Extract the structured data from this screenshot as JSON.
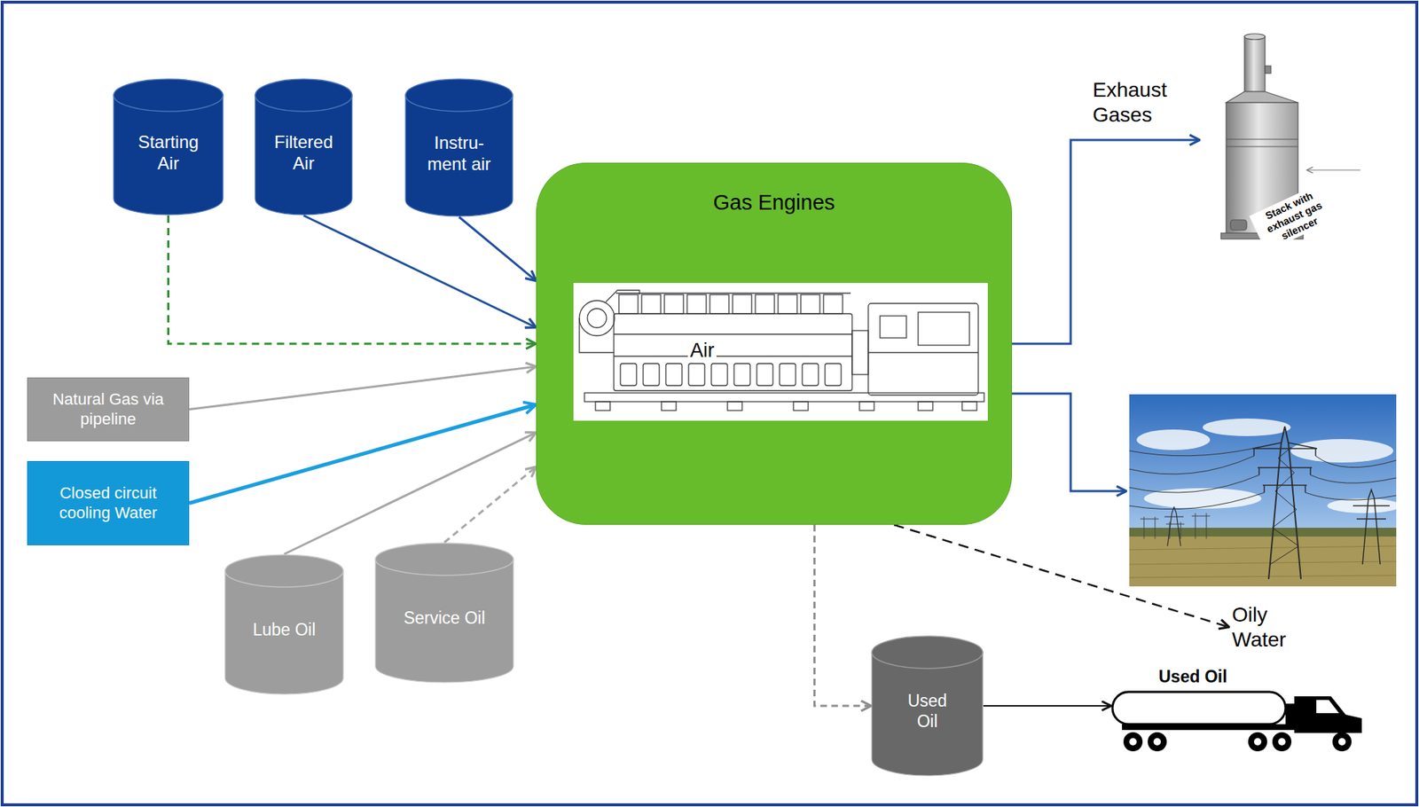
{
  "diagram": {
    "nodes": [
      {
        "text": [
          "Starting Air"
        ]
      },
      {
        "text": [
          "Filtered Air"
        ]
      },
      {
        "text": [
          "Instru- ment air"
        ]
      },
      {
        "text": [
          "Gas Engines"
        ]
      },
      {
        "text": [
          "Exhaust Gases",
          "Stack with exhaust gas silencer"
        ]
      },
      {
        "text": [
          "Natural Gas via pipeline"
        ]
      },
      {
        "text": [
          "Closed circuit cooling Water"
        ]
      },
      {
        "text": [
          "Lube Oil"
        ]
      },
      {
        "text": [
          "Service Oil"
        ]
      },
      {
        "text": [
          "Oily Water"
        ]
      },
      {
        "text": [
          "Used Oil"
        ]
      },
      {
        "text": [
          "Used Oil"
        ]
      }
    ],
    "edges": [
      {
        "from": 0,
        "to": 3,
        "arrow": "to"
      },
      {
        "from": 1,
        "to": 3,
        "arrow": "to"
      },
      {
        "from": 2,
        "to": 3,
        "arrow": "to"
      },
      {
        "from": 5,
        "to": 3,
        "arrow": "to"
      },
      {
        "from": 6,
        "to": 3,
        "arrow": "to"
      },
      {
        "from": 7,
        "to": 3,
        "arrow": "to"
      },
      {
        "from": 8,
        "to": 3,
        "arrow": "to"
      },
      {
        "from": 3,
        "to": 4,
        "arrow": "to"
      },
      {
        "from": 3,
        "to": 10,
        "arrow": "to"
      },
      {
        "from": 3,
        "to": 9,
        "arrow": "to"
      },
      {
        "from": 10,
        "to": 11,
        "arrow": "to"
      }
    ],
    "labels": [
      "Air"
    ]
  }
}
